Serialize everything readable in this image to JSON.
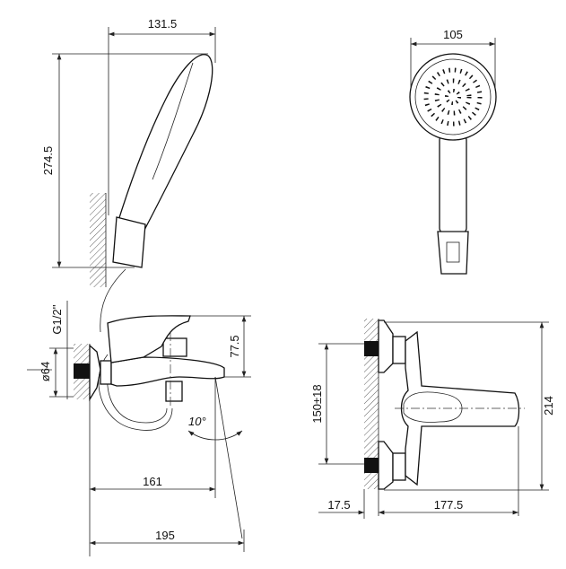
{
  "dimensions": {
    "handshower_width": "131.5",
    "handshower_height": "274.5",
    "head_diameter": "105",
    "thread": "G1/2''",
    "flange_diameter": "ø64",
    "spout_height": "77.5",
    "angle": "10°",
    "spout_reach": "161",
    "overall_reach": "195",
    "connection_spacing": "150±18",
    "overall_height": "214",
    "wall_offset": "17.5",
    "front_reach": "177.5"
  },
  "colors": {
    "line": "#111111",
    "fill": "#ffffff"
  }
}
